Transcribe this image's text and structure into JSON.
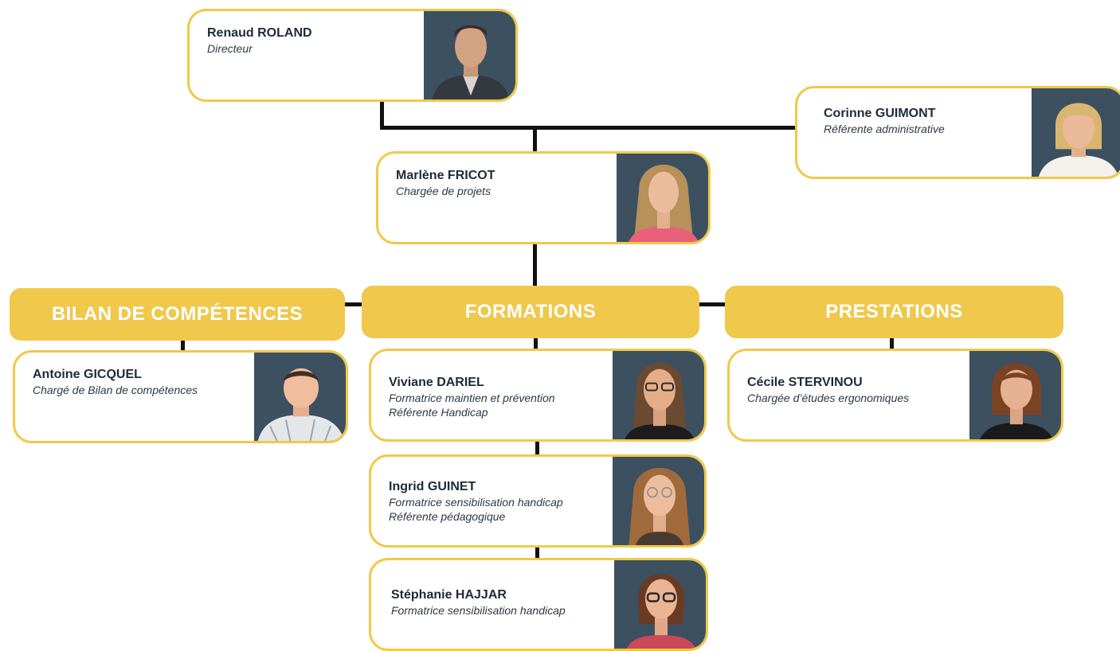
{
  "colors": {
    "accent": "#efc84c",
    "border": "#f0c94a",
    "photo_bg": "#3c5060",
    "name_text": "#1d2b3a",
    "connector": "#111111"
  },
  "people": {
    "director": {
      "name": "Renaud ROLAND",
      "role_lines": [
        "Directeur"
      ]
    },
    "admin": {
      "name": "Corinne GUIMONT",
      "role_lines": [
        "Référente administrative"
      ]
    },
    "projects": {
      "name": "Marlène FRICOT",
      "role_lines": [
        "Chargée de projets"
      ]
    },
    "bilan": {
      "name": "Antoine GICQUEL",
      "role_lines": [
        "Chargé de Bilan de compétences"
      ]
    },
    "viviane": {
      "name": "Viviane DARIEL",
      "role_lines": [
        "Formatrice maintien et prévention",
        "Référente Handicap"
      ]
    },
    "ingrid": {
      "name": "Ingrid GUINET",
      "role_lines": [
        "Formatrice sensibilisation handicap",
        "Référente pédagogique"
      ]
    },
    "stephanie": {
      "name": "Stéphanie HAJJAR",
      "role_lines": [
        "Formatrice sensibilisation handicap"
      ]
    },
    "cecile": {
      "name": "Cécile STERVINOU",
      "role_lines": [
        "Chargée d’études ergonomiques"
      ]
    }
  },
  "departments": {
    "bilan": "BILAN DE COMPÉTENCES",
    "formations": "FORMATIONS",
    "prestations": "PRESTATIONS"
  }
}
